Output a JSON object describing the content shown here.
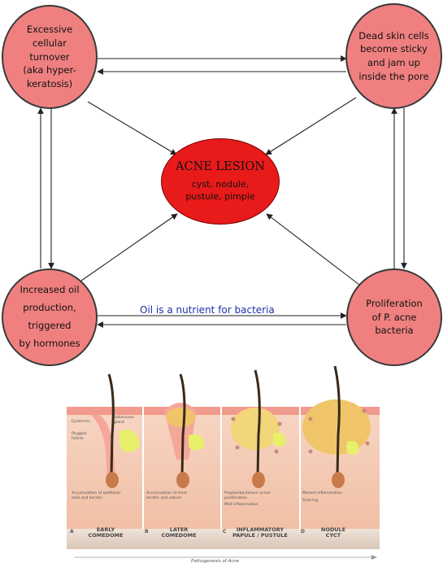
{
  "nodes": {
    "turnover": [
      "Excessive",
      "cellular",
      "turnover",
      "(aka hyper-",
      "keratosis)"
    ],
    "dead_skin": [
      "Dead skin cells",
      "become sticky",
      "and jam up",
      "inside the pore"
    ],
    "oil": [
      "Increased oil",
      "production, triggered",
      "by hormones"
    ],
    "bacteria": [
      "Proliferation",
      "of P. acne",
      "bacteria"
    ]
  },
  "center": {
    "title": "ACNE LESION",
    "subtitle": "cyst, nodule, pustule, pimple"
  },
  "edge_label": "Oil is a nutrient for bacteria",
  "illustration": {
    "caption": "Pathogenesis of Acne",
    "panels": [
      {
        "letter": "A",
        "title_line1": "EARLY",
        "title_line2": "COMEDOME",
        "labels": [
          "Epidermis",
          "Plugged follicle",
          "Sebaceous gland"
        ],
        "description": [
          "Accumulation of epithelial",
          "cells and keratin"
        ]
      },
      {
        "letter": "B",
        "title_line1": "LATER",
        "title_line2": "COMEDOME",
        "labels": [],
        "description": [
          "Accumulation of shed",
          "keratin and sebum"
        ]
      },
      {
        "letter": "C",
        "title_line1": "INFLAMMATORY",
        "title_line2": "PAPULE / PUSTULE",
        "labels": [],
        "description": [
          "Propionibacterium acnes",
          "proliferation",
          "Mild inflammation"
        ]
      },
      {
        "letter": "D",
        "title_line1": "NODULE",
        "title_line2": "CYCT",
        "labels": [],
        "description": [
          "Marked inflammation",
          "Scarring"
        ]
      }
    ]
  },
  "colors": {
    "node_fill": "#f08080",
    "center_fill": "#e81a1a",
    "edge_label": "#1f2ea8",
    "skin": "#f4c8b0",
    "sebum": "#e8ef6a"
  }
}
